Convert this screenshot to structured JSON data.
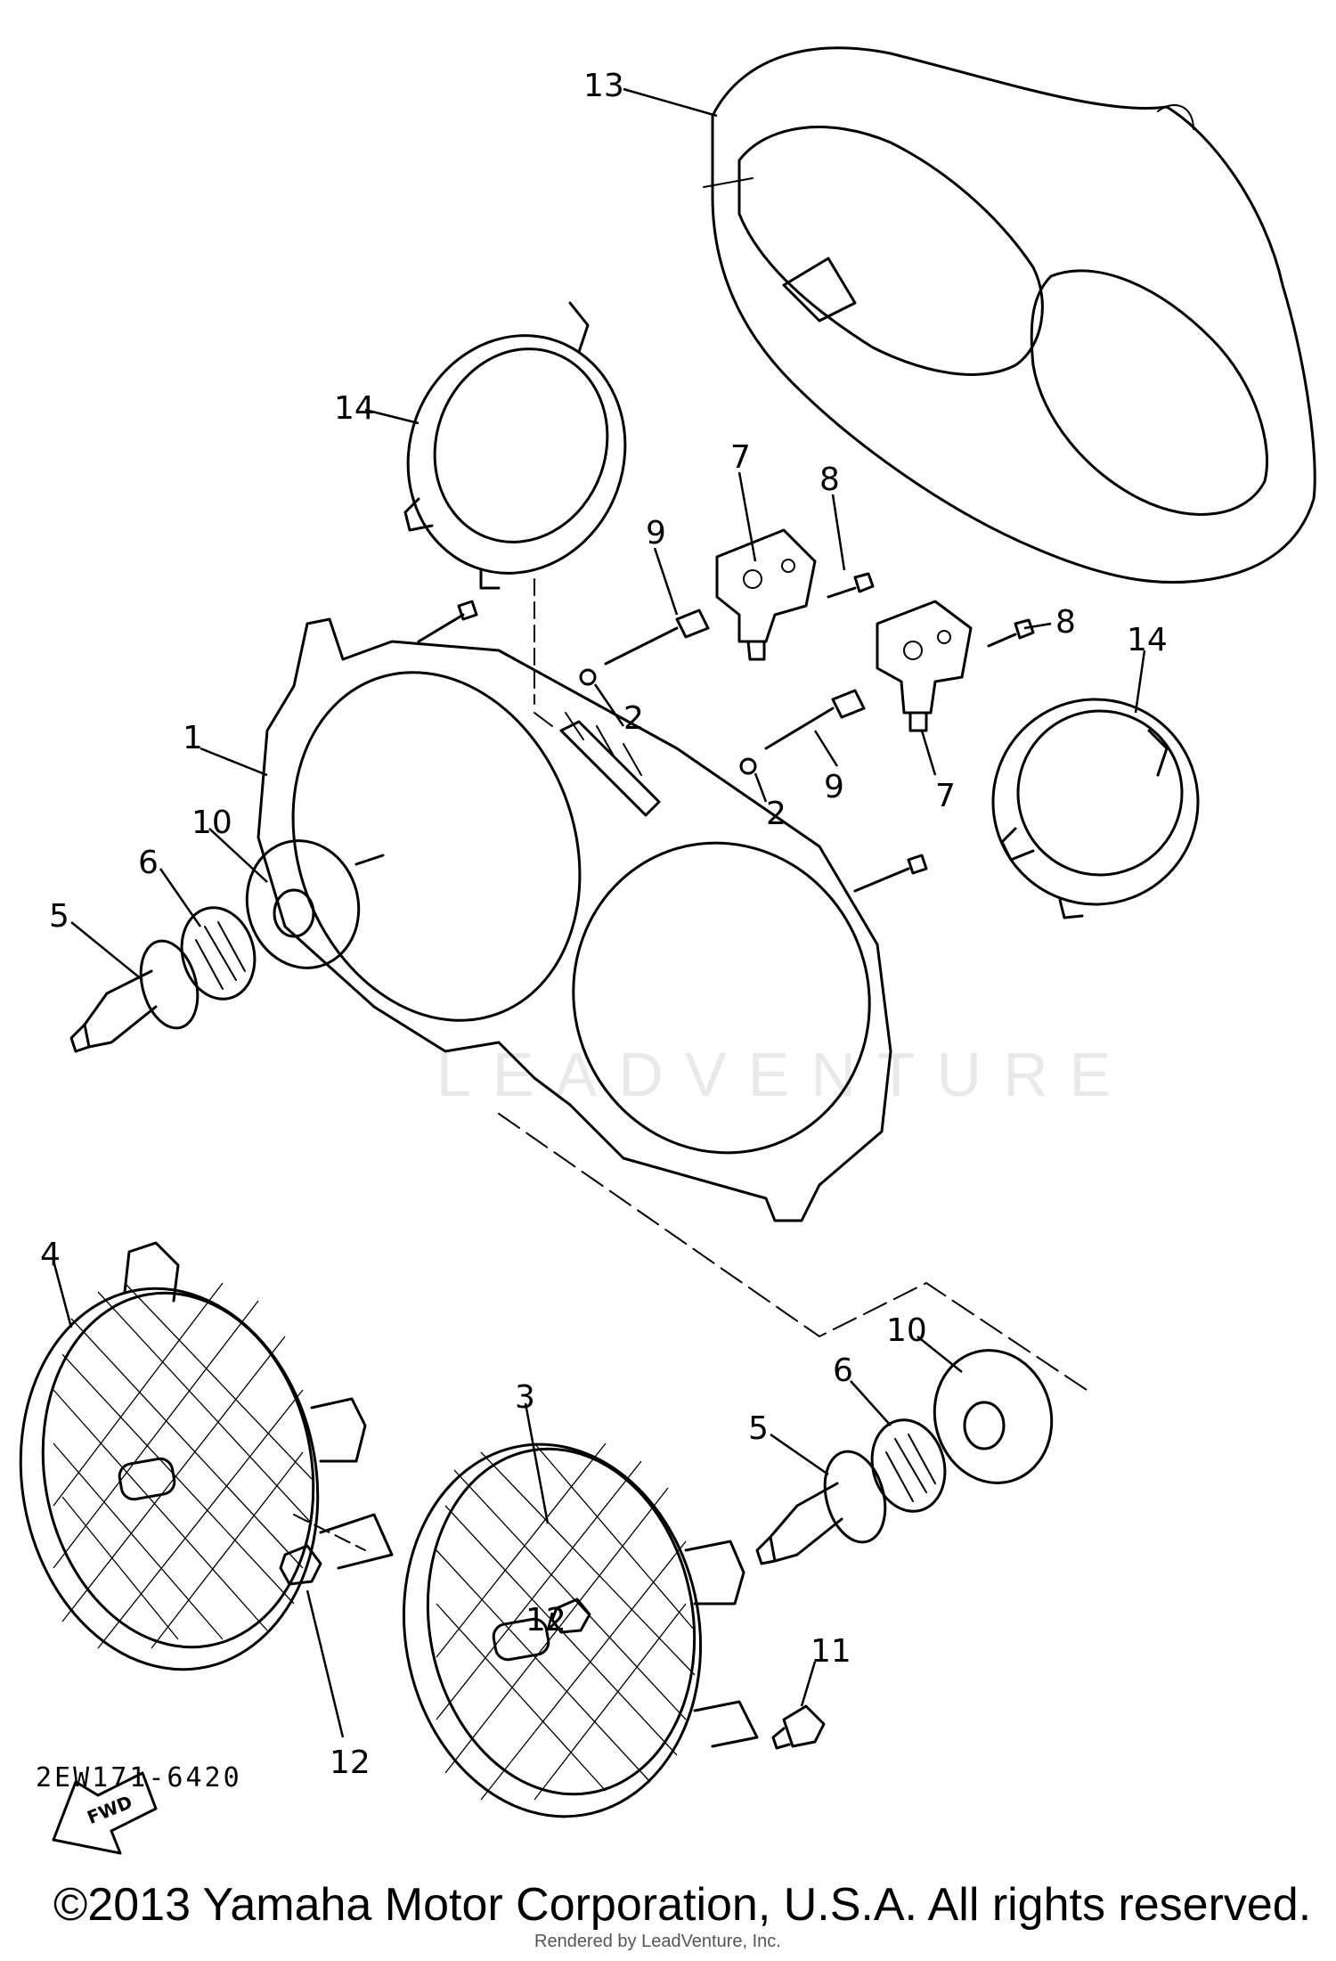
{
  "diagram": {
    "callouts": [
      {
        "id": "c13",
        "label": "13"
      },
      {
        "id": "c14a",
        "label": "14"
      },
      {
        "id": "c14b",
        "label": "14"
      },
      {
        "id": "c7a",
        "label": "7"
      },
      {
        "id": "c7b",
        "label": "7"
      },
      {
        "id": "c8a",
        "label": "8"
      },
      {
        "id": "c8b",
        "label": "8"
      },
      {
        "id": "c9a",
        "label": "9"
      },
      {
        "id": "c9b",
        "label": "9"
      },
      {
        "id": "c2a",
        "label": "2"
      },
      {
        "id": "c2b",
        "label": "2"
      },
      {
        "id": "c1",
        "label": "1"
      },
      {
        "id": "c10a",
        "label": "10"
      },
      {
        "id": "c10b",
        "label": "10"
      },
      {
        "id": "c6a",
        "label": "6"
      },
      {
        "id": "c6b",
        "label": "6"
      },
      {
        "id": "c5a",
        "label": "5"
      },
      {
        "id": "c5b",
        "label": "5"
      },
      {
        "id": "c4",
        "label": "4"
      },
      {
        "id": "c3",
        "label": "3"
      },
      {
        "id": "c12a",
        "label": "12"
      },
      {
        "id": "c12b",
        "label": "12"
      },
      {
        "id": "c11",
        "label": "11"
      }
    ],
    "fwd_label": "FWD",
    "watermark": "LEADVENTURE",
    "code": "2EW171-6420"
  },
  "footer": {
    "copyright": "©2013 Yamaha Motor Corporation, U.S.A. All rights reserved.",
    "rendered_by": "Rendered by LeadVenture, Inc."
  }
}
